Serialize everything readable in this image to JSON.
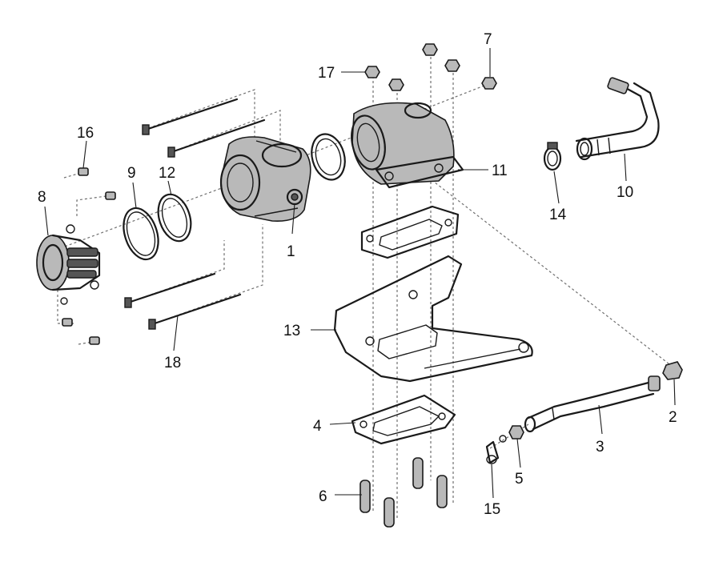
{
  "callouts": {
    "p1": "1",
    "p2": "2",
    "p3": "3",
    "p4": "4",
    "p5": "5",
    "p6": "6",
    "p7": "7",
    "p8": "8",
    "p9": "9",
    "p10": "10",
    "p11": "11",
    "p12": "12",
    "p13": "13",
    "p14": "14",
    "p15": "15",
    "p16": "16",
    "p17": "17",
    "p18": "18"
  },
  "colors": {
    "line": "#1a1a1a",
    "shade": "#b9b9b9",
    "background": "#ffffff"
  }
}
